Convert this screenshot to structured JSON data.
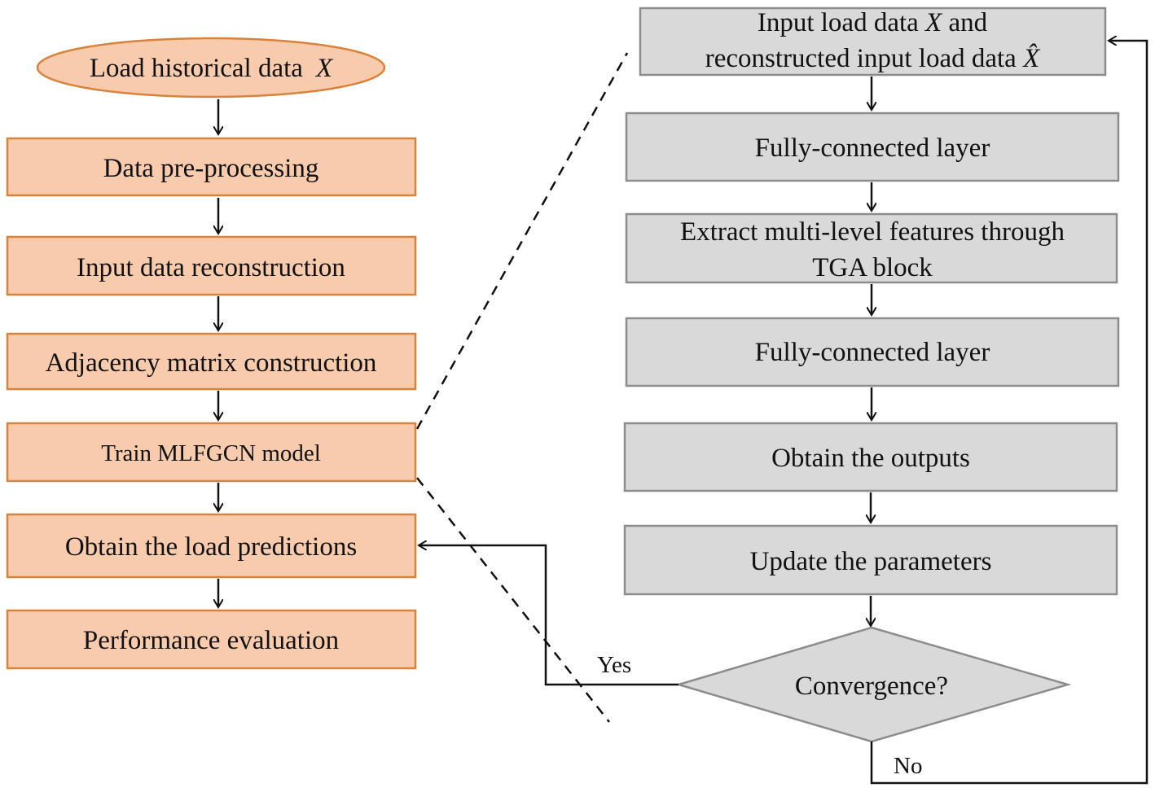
{
  "colors": {
    "orange_fill": "#f8cbad",
    "orange_stroke": "#d9823b",
    "gray_fill": "#d9d9d9",
    "gray_stroke": "#8c8c8c"
  },
  "left": {
    "start": {
      "label": "Load historical data",
      "var": "X"
    },
    "steps": [
      "Data pre-processing",
      "Input data reconstruction",
      "Adjacency matrix construction",
      "Train MLFGCN model",
      "Obtain the load predictions",
      "Performance evaluation"
    ]
  },
  "right": {
    "input": {
      "line1_pre": "Input load data ",
      "line1_var": "X",
      "line1_post": " and",
      "line2_pre": "reconstructed input load data ",
      "line2_var": "X̂"
    },
    "fc1": "Fully-connected layer",
    "extract": {
      "line1": "Extract multi-level features through",
      "line2": "TGA block"
    },
    "fc2": "Fully-connected layer",
    "outputs": "Obtain the outputs",
    "update": "Update the parameters",
    "decision": "Convergence?",
    "yes": "Yes",
    "no": "No"
  }
}
